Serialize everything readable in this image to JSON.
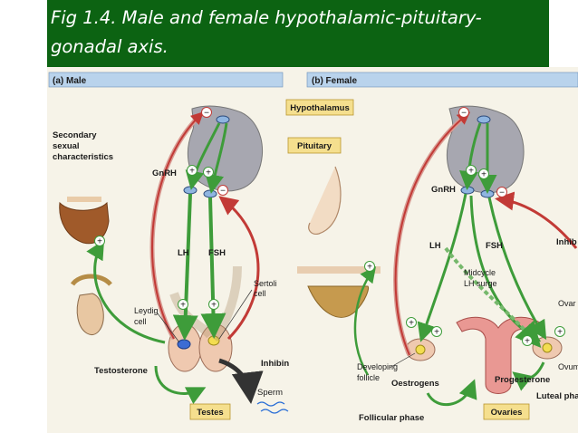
{
  "title": "Fig 1.4. Male and female hypothalamic-pituitary-gonadal axis.",
  "panels": {
    "male": {
      "header": "(a) Male",
      "secondary_sexual": [
        "Secondary",
        "sexual",
        "characteristics"
      ],
      "gnrh": "GnRH",
      "lh": "LH",
      "fsh": "FSH",
      "sertoli": [
        "Sertoli",
        "cell"
      ],
      "leydig": [
        "Leydig",
        "cell"
      ],
      "testosterone": "Testosterone",
      "inhibin": "Inhibin",
      "sperm": "Sperm",
      "testes": "Testes"
    },
    "female": {
      "header": "(b) Female",
      "gnrh": "GnRH",
      "lh": "LH",
      "fsh": "FSH",
      "inhibin": "Inhib",
      "midcycle": [
        "Midcycle",
        "LH surge"
      ],
      "ovary": "Ovar",
      "ovum": "Ovum",
      "developing_follicle": [
        "Developing",
        "follicle"
      ],
      "oestrogens": "Oestrogens",
      "progesterone": "Progesterone",
      "luteal_phase": "Luteal phase",
      "follicular_phase": "Follicular phase",
      "ovaries": "Ovaries"
    },
    "center": {
      "hypothalamus": "Hypothalamus",
      "pituitary": "Pituitary"
    }
  },
  "signs": {
    "plus": "+",
    "minus": "−"
  },
  "colors": {
    "title_bg": "#0c6312",
    "stimulatory_arrow": "#3e9c3a",
    "inhibitory_arrow": "#c23a36",
    "label_box": "#f5df8e",
    "header_bar": "#b9d3ec"
  }
}
